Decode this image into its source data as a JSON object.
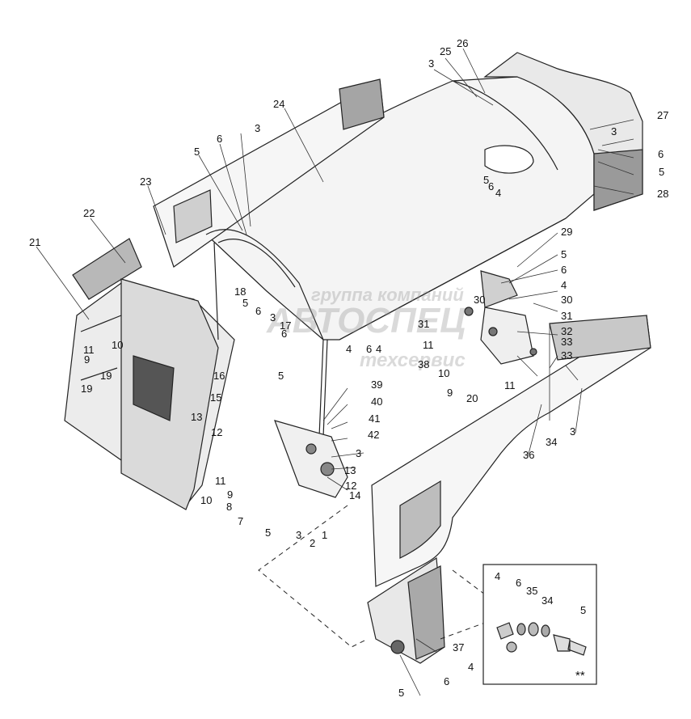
{
  "diagram": {
    "watermark": {
      "line1": "группа компаний",
      "line2": "АВТОСПЕЦ",
      "line3": "техсервис"
    },
    "detail_mark": "**",
    "callouts": [
      "1",
      "2",
      "3",
      "3",
      "3",
      "3",
      "3",
      "3",
      "3",
      "4",
      "4",
      "4",
      "4",
      "4",
      "4",
      "5",
      "5",
      "5",
      "5",
      "5",
      "5",
      "5",
      "5",
      "5",
      "6",
      "6",
      "6",
      "6",
      "6",
      "6",
      "6",
      "6",
      "6",
      "7",
      "8",
      "9",
      "9",
      "9",
      "10",
      "10",
      "10",
      "11",
      "11",
      "11",
      "11",
      "12",
      "12",
      "13",
      "13",
      "14",
      "15",
      "16",
      "17",
      "18",
      "19",
      "19",
      "20",
      "21",
      "22",
      "23",
      "24",
      "25",
      "26",
      "27",
      "28",
      "29",
      "30",
      "30",
      "31",
      "31",
      "32",
      "33",
      "33",
      "34",
      "34",
      "35",
      "36",
      "37",
      "38",
      "39",
      "40",
      "41",
      "42"
    ]
  }
}
